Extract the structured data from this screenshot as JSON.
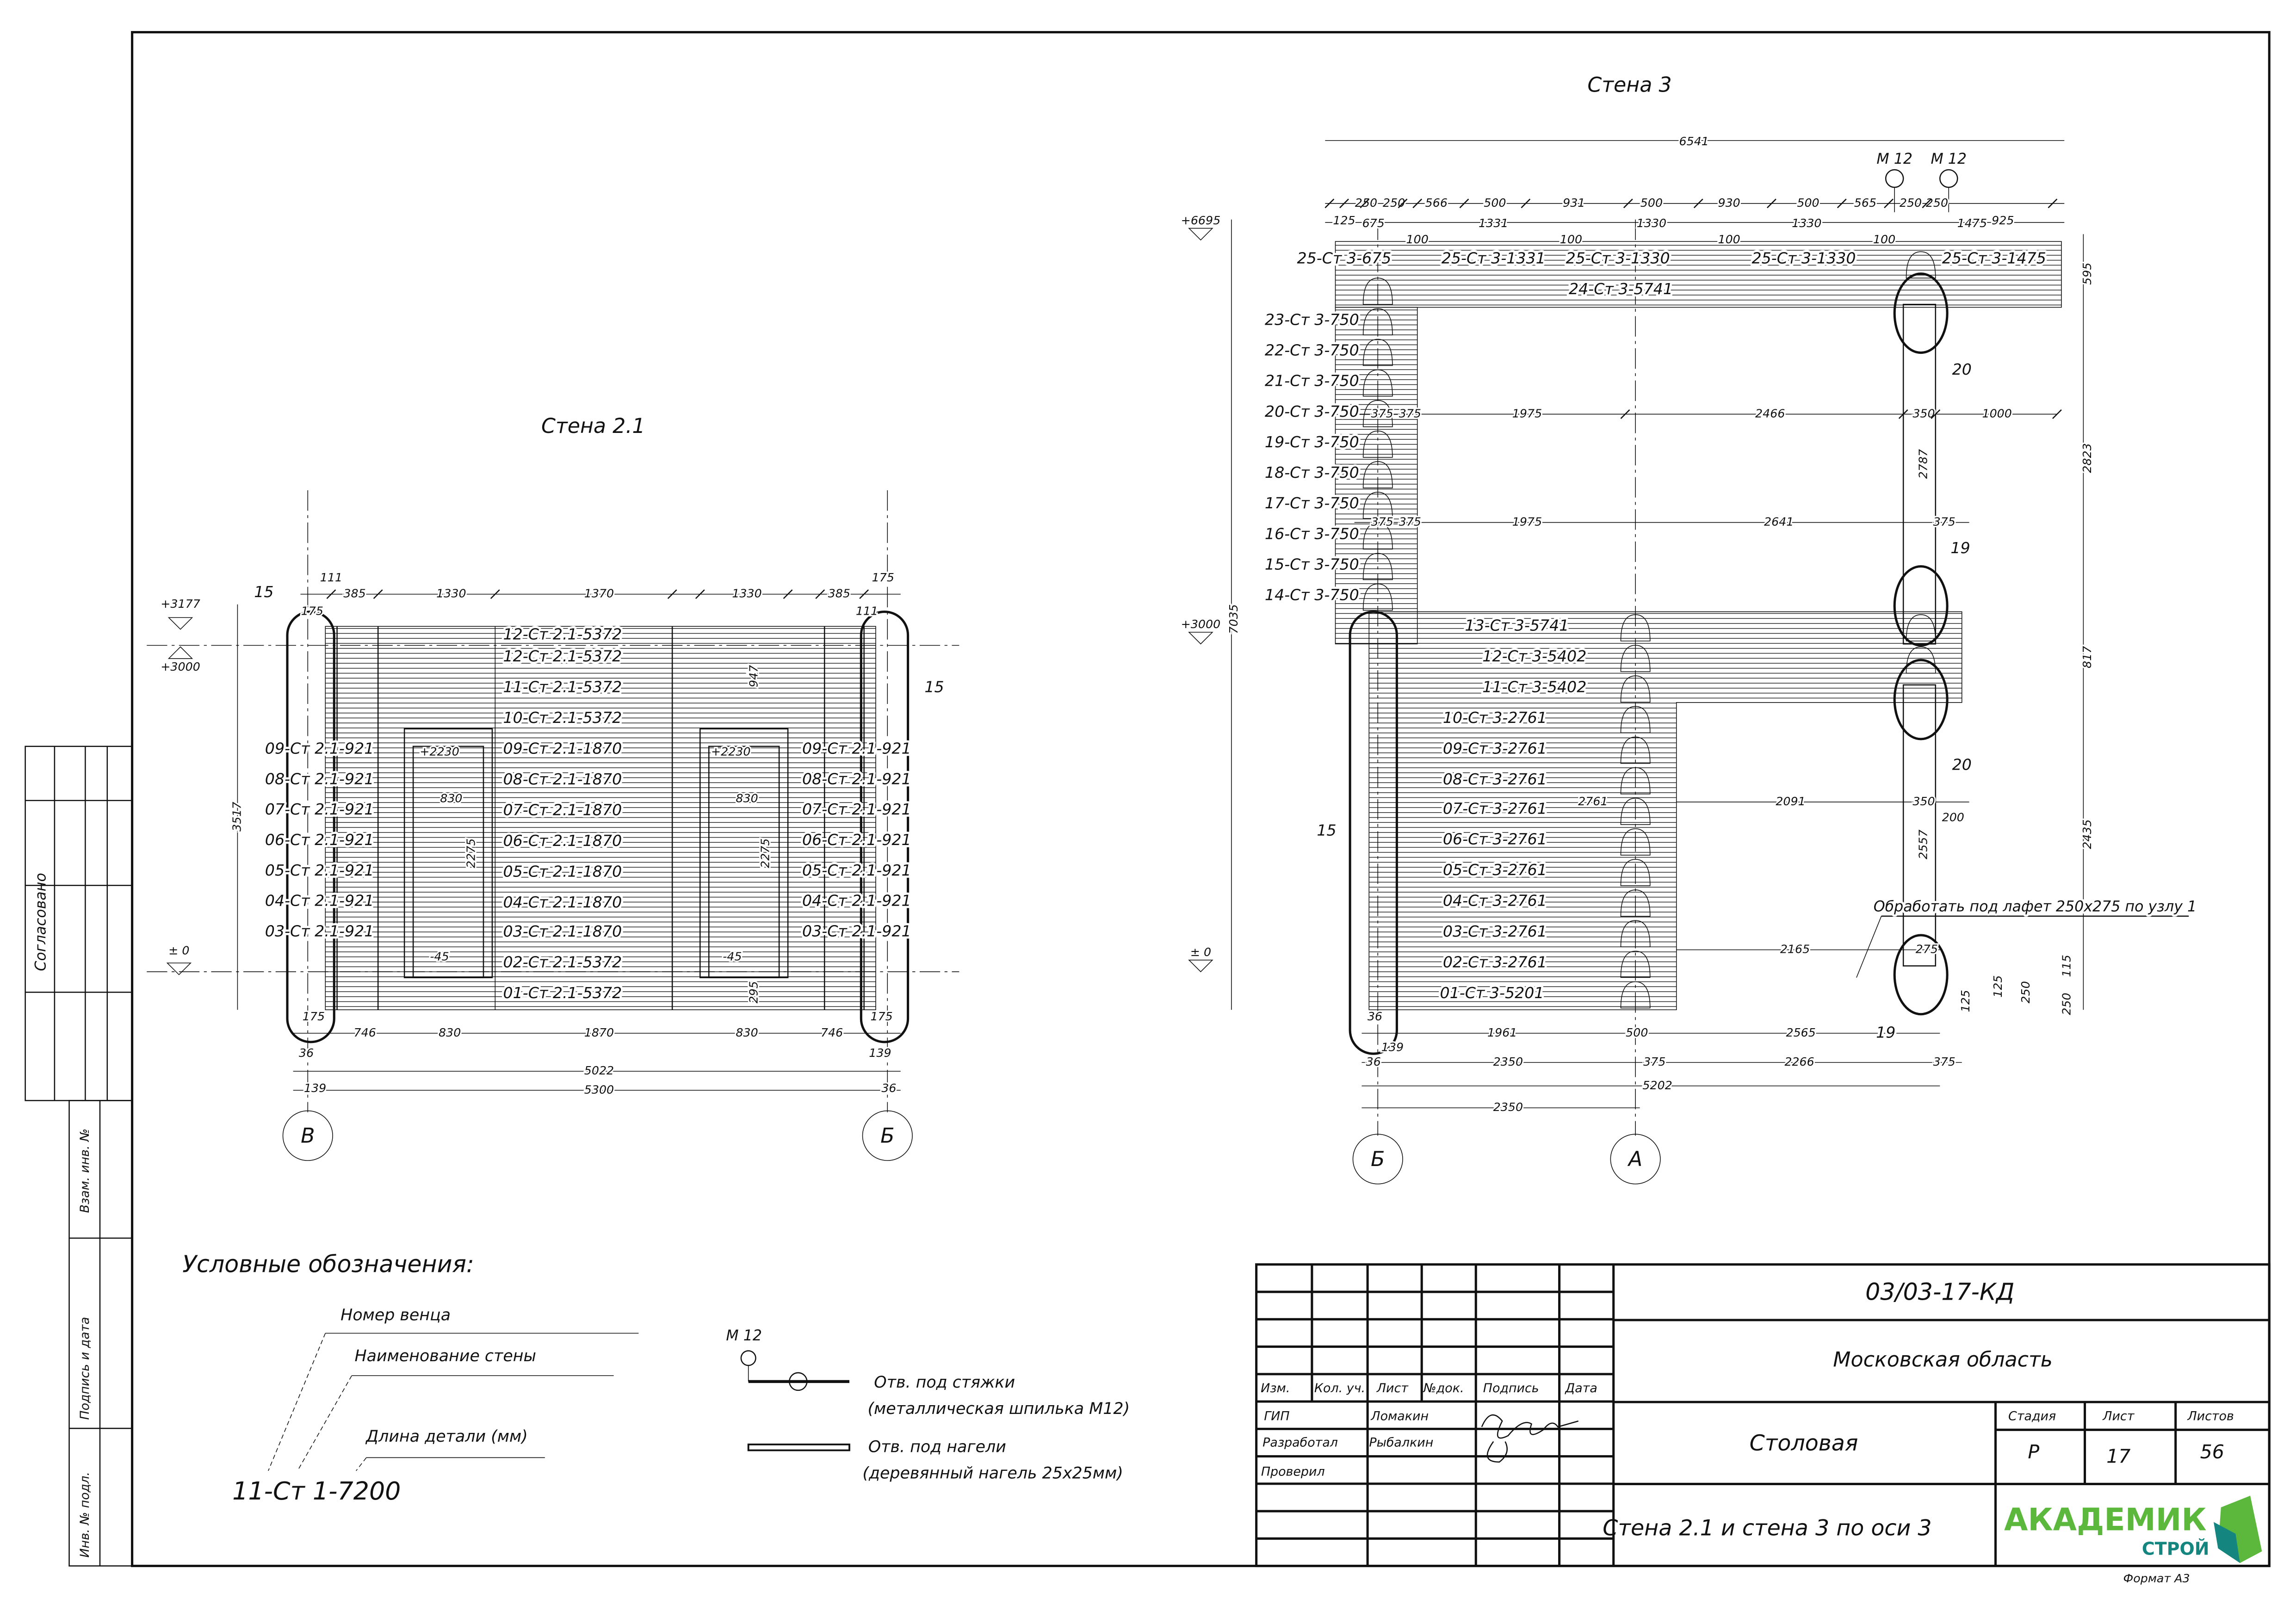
{
  "side_stamp": {
    "agreed": "Согласовано",
    "replaces_inv": "Взам. инв. №",
    "sign_date": "Подпись и дата",
    "inv_orig": "Инв. № подл."
  },
  "wall21": {
    "title": "Стена 2.1",
    "levels": [
      "+3177",
      "+3000",
      "± 0"
    ],
    "logs_center": [
      "12-Ст 2.1-5372",
      "12-Ст 2.1-5372",
      "11-Ст 2.1-5372",
      "10-Ст 2.1-5372",
      "09-Ст 2.1-1870",
      "08-Ст 2.1-1870",
      "07-Ст 2.1-1870",
      "06-Ст 2.1-1870",
      "05-Ст 2.1-1870",
      "04-Ст 2.1-1870",
      "03-Ст 2.1-1870",
      "02-Ст 2.1-5372",
      "01-Ст 2.1-5372"
    ],
    "logs_left": [
      "09-Ст 2.1-921",
      "08-Ст 2.1-921",
      "07-Ст 2.1-921",
      "06-Ст 2.1-921",
      "05-Ст 2.1-921",
      "04-Ст 2.1-921",
      "03-Ст 2.1-921"
    ],
    "logs_right": [
      "09-Ст 2.1-921",
      "08-Ст 2.1-921",
      "07-Ст 2.1-921",
      "06-Ст 2.1-921",
      "05-Ст 2.1-921",
      "04-Ст 2.1-921",
      "03-Ст 2.1-921"
    ],
    "dims": [
      "111",
      "385",
      "1330",
      "1370",
      "1330",
      "385",
      "175",
      "175",
      "111",
      "746",
      "830",
      "1870",
      "830",
      "746",
      "175",
      "175",
      "5022",
      "36",
      "139",
      "5300",
      "139",
      "36",
      "3517",
      "947",
      "2275",
      "2275",
      "830",
      "830",
      "+2230",
      "+2230",
      "-45",
      "-45",
      "295"
    ],
    "callouts": [
      "15",
      "15"
    ],
    "axes": [
      "В",
      "Б"
    ]
  },
  "wall3": {
    "title": "Стена 3",
    "levels": [
      "+6695",
      "+3000",
      "± 0"
    ],
    "logs_top": [
      "25-Ст 3-675",
      "25-Ст 3-1331",
      "25-Ст 3-1330",
      "25-Ст 3-1330",
      "25-Ст 3-1475",
      "24-Ст 3-5741"
    ],
    "logs_column": [
      "23-Ст 3-750",
      "22-Ст 3-750",
      "21-Ст 3-750",
      "20-Ст 3-750",
      "19-Ст 3-750",
      "18-Ст 3-750",
      "17-Ст 3-750",
      "16-Ст 3-750",
      "15-Ст 3-750",
      "14-Ст 3-750"
    ],
    "logs_lower": [
      "13-Ст 3-5741",
      "12-Ст 3-5402",
      "11-Ст 3-5402",
      "10-Ст 3-2761",
      "09-Ст 3-2761",
      "08-Ст 3-2761",
      "07-Ст 3-2761",
      "06-Ст 3-2761",
      "05-Ст 3-2761",
      "04-Ст 3-2761",
      "03-Ст 3-2761",
      "02-Ст 3-2761",
      "01-Ст 3-5201"
    ],
    "dims": [
      "6541",
      "250",
      "250",
      "566",
      "500",
      "931",
      "500",
      "930",
      "500",
      "565",
      "250",
      "250",
      "125",
      "675",
      "1331",
      "1330",
      "1330",
      "1475",
      "925",
      "100",
      "100",
      "100",
      "100",
      "375",
      "375",
      "1975",
      "2466",
      "350",
      "1000",
      "375",
      "375",
      "1975",
      "2641",
      "375",
      "2761",
      "2091",
      "350",
      "200",
      "2165",
      "2787",
      "2557",
      "275",
      "595",
      "2823",
      "817",
      "2435",
      "115",
      "250",
      "125",
      "125",
      "250",
      "7035",
      "36",
      "1961",
      "500",
      "2565",
      "36",
      "139",
      "2350",
      "375",
      "2266",
      "375",
      "5202",
      "2350"
    ],
    "bolts": [
      "М 12",
      "М 12"
    ],
    "callouts": [
      "20",
      "19",
      "20",
      "19",
      "15"
    ],
    "note": "Обработать под лафет 250х275 по узлу 1",
    "axes": [
      "Б",
      "А"
    ]
  },
  "legend": {
    "title": "Условные обозначения:",
    "crown_number": "Номер венца",
    "wall_name": "Наименование стены",
    "part_length": "Длина детали (мм)",
    "example": "11-Ст 1-7200",
    "bolt_label": "М 12",
    "bolt_hole": "Отв. под стяжки",
    "bolt_hole_desc": "(металлическая шпилька М12)",
    "dowel_hole": "Отв. под нагели",
    "dowel_hole_desc": "(деревянный нагель 25х25мм)"
  },
  "title_block": {
    "code": "03/03-17-КД",
    "region": "Московская область",
    "object": "Столовая",
    "sheet_title": "Стена 2.1 и стена 3 по оси 3",
    "headers": [
      "Изм.",
      "Кол. уч.",
      "Лист",
      "№док.",
      "Подпись",
      "Дата"
    ],
    "roles": [
      {
        "role": "ГИП",
        "name": "Ломакин"
      },
      {
        "role": "Разработал",
        "name": "Рыбалкин"
      },
      {
        "role": "Проверил",
        "name": ""
      }
    ],
    "stage_label": "Стадия",
    "sheet_label": "Лист",
    "sheets_label": "Листов",
    "stage": "Р",
    "sheet": "17",
    "sheets": "56",
    "logo_top": "АКАДЕМИК",
    "logo_bottom": "СТРОЙ",
    "logo_colors": {
      "green": "#5cb83c",
      "teal": "#14857f"
    },
    "format": "Формат А3"
  }
}
